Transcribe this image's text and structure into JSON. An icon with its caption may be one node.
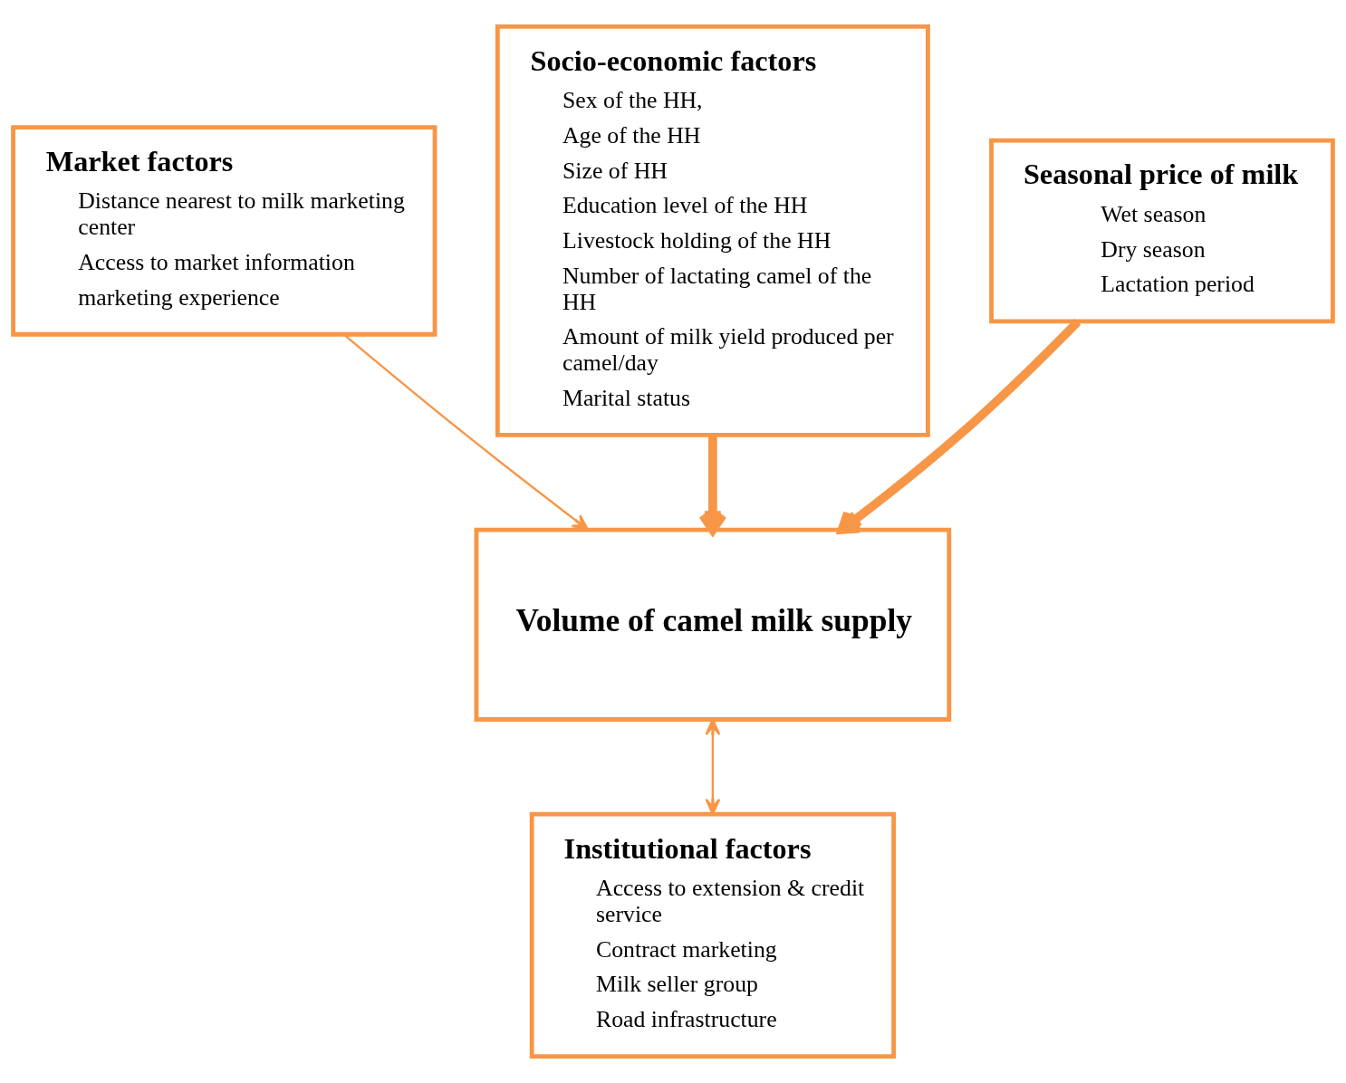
{
  "diagram": {
    "nodes": [
      {
        "text": [
          "Market factors",
          "Distance nearest to milk marketing center",
          "Access to market information",
          "marketing experience"
        ]
      },
      {
        "text": [
          "Socio-economic factors",
          "Sex of the HH,",
          "Age of the HH",
          "Size of HH",
          "Education level of the HH",
          "Livestock holding of the HH",
          "Number of lactating camel of the HH",
          "Amount of milk yield produced per camel/day",
          "Marital status"
        ]
      },
      {
        "text": [
          "Seasonal price of milk",
          "Wet season",
          "Dry season",
          "Lactation period"
        ]
      },
      {
        "text": [
          "Volume of camel milk supply"
        ]
      },
      {
        "text": [
          "Institutional factors",
          "Access to extension & credit service",
          "Contract marketing",
          "Milk seller group",
          "Road infrastructure"
        ]
      }
    ],
    "edges": [
      {
        "from": 0,
        "to": 3,
        "arrow": "to"
      },
      {
        "from": 1,
        "to": 3,
        "arrow": "to",
        "style": "thick"
      },
      {
        "from": 2,
        "to": 3,
        "arrow": "to",
        "style": "thick"
      },
      {
        "from": 3,
        "to": 4,
        "arrow": "both"
      }
    ]
  }
}
